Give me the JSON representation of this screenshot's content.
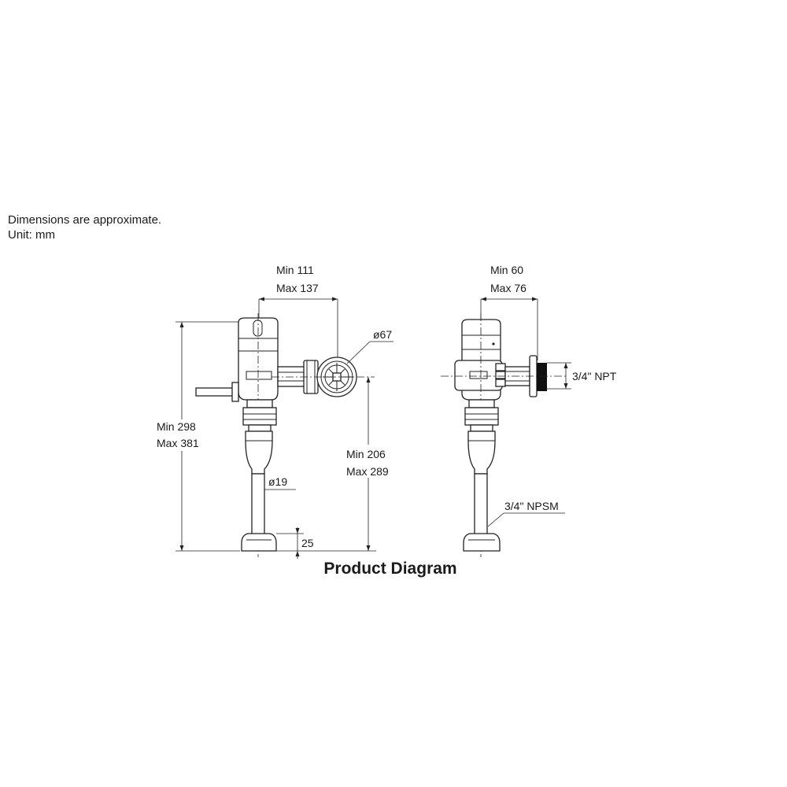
{
  "notes": {
    "line1": "Dimensions are approximate.",
    "line2": "Unit: mm"
  },
  "title": "Product Diagram",
  "front_view": {
    "width_min": "Min 111",
    "width_max": "Max 137",
    "diameter": "ø67",
    "height_min": "Min 298",
    "height_max": "Max 381",
    "inlet_min": "Min 206",
    "inlet_max": "Max 289",
    "tube_diameter": "ø19",
    "base_height": "25"
  },
  "side_view": {
    "depth_min": "Min 60",
    "depth_max": "Max 76",
    "inlet_thread": "3/4\" NPT",
    "outlet_thread": "3/4\" NPSM"
  }
}
